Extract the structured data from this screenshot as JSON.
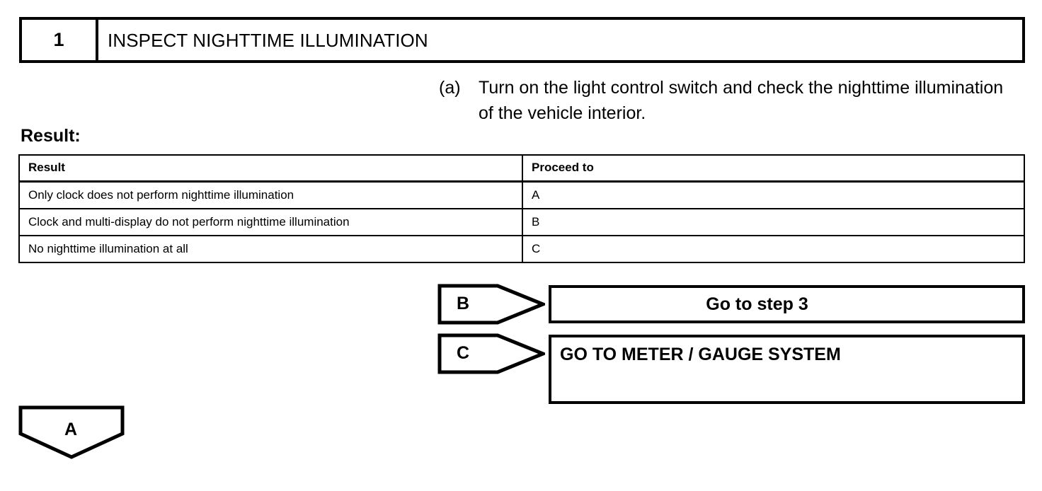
{
  "step": {
    "number": "1",
    "title": "INSPECT NIGHTTIME ILLUMINATION"
  },
  "instruction": {
    "marker": "(a)",
    "text": "Turn on the light control switch and check the nighttime illumination of the vehicle interior."
  },
  "result_section": {
    "label": "Result:",
    "table": {
      "headers": [
        "Result",
        "Proceed to"
      ],
      "rows": [
        [
          "Only clock does not perform nighttime illumination",
          "A"
        ],
        [
          "Clock and multi-display do not perform nighttime illumination",
          "B"
        ],
        [
          "No nighttime illumination at all",
          "C"
        ]
      ]
    }
  },
  "flows": [
    {
      "label": "B",
      "target": "Go to step 3"
    },
    {
      "label": "C",
      "target": "GO TO METER / GAUGE SYSTEM"
    }
  ],
  "connector": {
    "label": "A"
  },
  "colors": {
    "line": "#000000",
    "background": "#ffffff",
    "text": "#000000"
  }
}
